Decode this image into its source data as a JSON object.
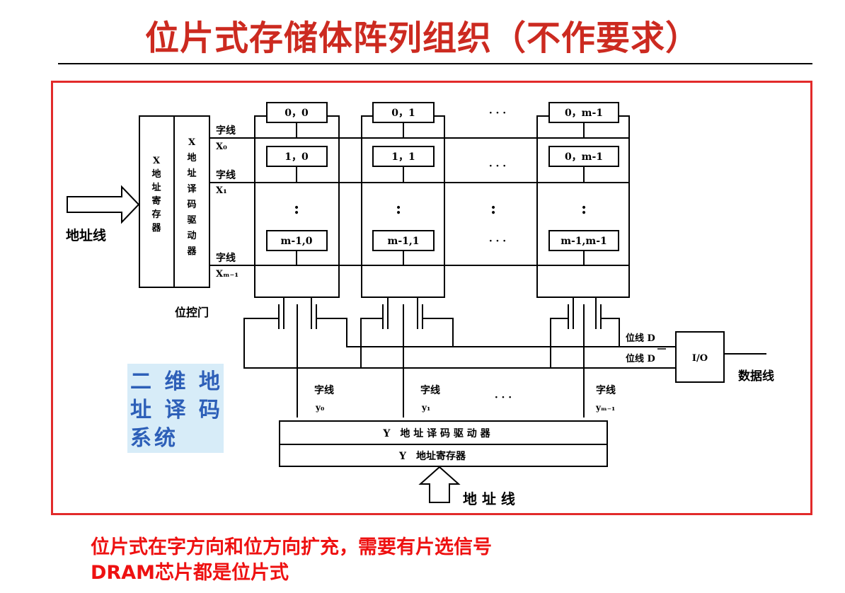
{
  "title": "位片式存储体阵列组织（不作要求）",
  "diagram": {
    "address_line_left": "地址线",
    "x_register_label": [
      "X",
      "地",
      "址",
      "寄",
      "存",
      "器"
    ],
    "x_decoder_label": [
      "X",
      "地",
      "址",
      "译",
      "码",
      "驱",
      "动",
      "器"
    ],
    "word_lines": [
      {
        "label": "字线",
        "sub": "X₀"
      },
      {
        "label": "字线",
        "sub": "X₁"
      },
      {
        "label": "字线",
        "sub": "Xₘ₋₁"
      }
    ],
    "cells": [
      [
        "0，0",
        "0，1",
        "0，m-1"
      ],
      [
        "1，0",
        "1，1",
        "0，m-1"
      ],
      [
        "m-1,0",
        "m-1,1",
        "m-1,m-1"
      ]
    ],
    "dots_h": "· · ·",
    "dots_v": ":",
    "bit_gate": "位控门",
    "bit_line_d": "位线 D",
    "bit_line_dbar": "位线 D",
    "io": "I/O",
    "data_line": "数据线",
    "y_word_lines": [
      {
        "label": "字线",
        "sub": "y₀"
      },
      {
        "label": "字线",
        "sub": "y₁"
      },
      {
        "label": "字线",
        "sub": "yₘ₋₁"
      }
    ],
    "y_decoder": "Y　地 址 译 码 驱 动 器",
    "y_register": "Y　地址寄存器",
    "address_line_bottom": "地 址 线"
  },
  "note": [
    "二 维 地",
    "址 译 码",
    "系统"
  ],
  "footer": [
    "位片式在字方向和位方向扩充，需要有片选信号",
    "DRAM芯片都是位片式"
  ]
}
